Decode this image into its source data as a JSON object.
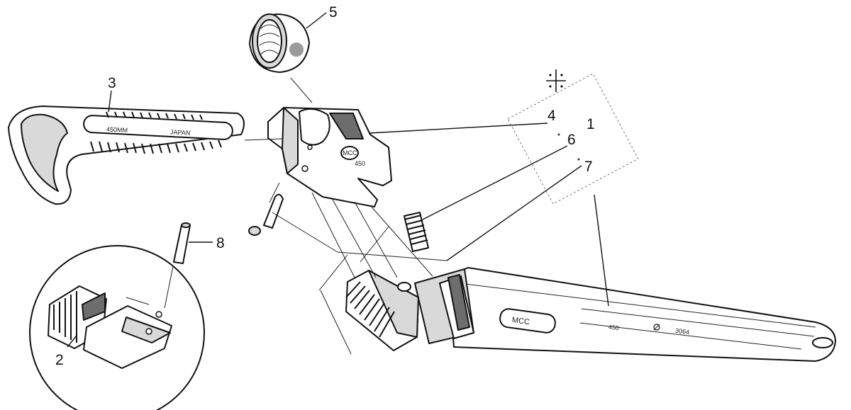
{
  "callouts": {
    "c1": "1",
    "c2": "2",
    "c3": "3",
    "c4": "4",
    "c5": "5",
    "c6": "6",
    "c7": "7",
    "c8": "8"
  },
  "stamps": {
    "hook_size": "450MM",
    "hook_origin": "JAPAN",
    "frame_logo": "MCC",
    "frame_size": "450",
    "handle_logo": "MCC",
    "handle_size": "450",
    "handle_code": "3064"
  }
}
